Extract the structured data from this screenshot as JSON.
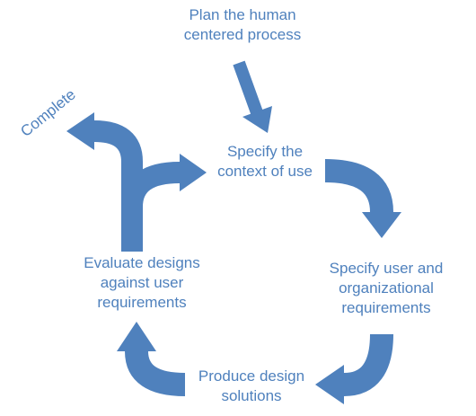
{
  "colors": {
    "arrow": "#4f81bd",
    "text": "#4f81bd"
  },
  "nodes": {
    "plan": {
      "lines": [
        "Plan the human",
        "centered process"
      ]
    },
    "context": {
      "lines": [
        "Specify the",
        "context of use"
      ]
    },
    "requirements": {
      "lines": [
        "Specify user and",
        "organizational",
        "requirements"
      ]
    },
    "produce": {
      "lines": [
        "Produce design",
        "solutions"
      ]
    },
    "evaluate": {
      "lines": [
        "Evaluate designs",
        "against user",
        "requirements"
      ]
    },
    "complete": {
      "text": "Complete"
    }
  }
}
